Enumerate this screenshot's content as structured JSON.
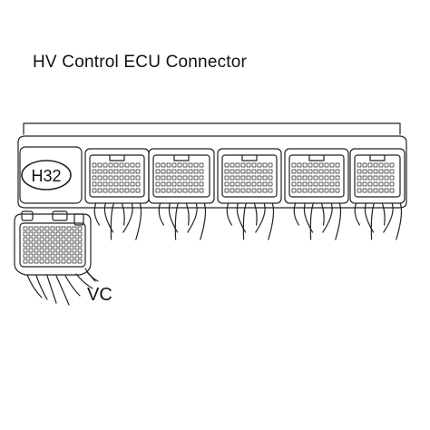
{
  "title": "HV Control ECU Connector",
  "connector_id": "H32",
  "harness_label": "VC"
}
